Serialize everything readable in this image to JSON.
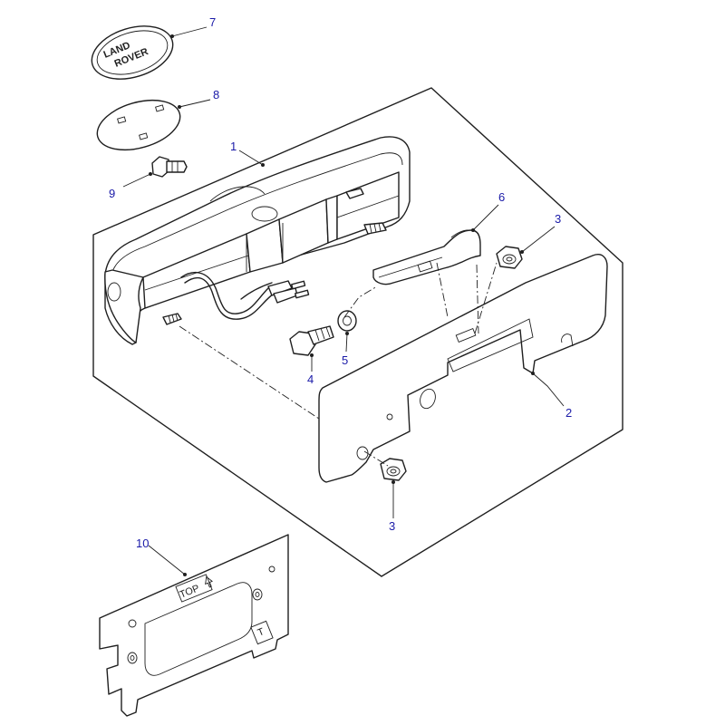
{
  "diagram": {
    "callouts": [
      {
        "id": "c1",
        "label": "1"
      },
      {
        "id": "c2",
        "label": "2"
      },
      {
        "id": "c3a",
        "label": "3"
      },
      {
        "id": "c3b",
        "label": "3"
      },
      {
        "id": "c4",
        "label": "4"
      },
      {
        "id": "c5",
        "label": "5"
      },
      {
        "id": "c6",
        "label": "6"
      },
      {
        "id": "c7",
        "label": "7"
      },
      {
        "id": "c8",
        "label": "8"
      },
      {
        "id": "c9",
        "label": "9"
      },
      {
        "id": "c10",
        "label": "10"
      }
    ],
    "badge_text": {
      "line1": "LAND",
      "line2": "ROVER"
    },
    "plate_marks": {
      "top": "TOP",
      "tab": "T"
    }
  }
}
